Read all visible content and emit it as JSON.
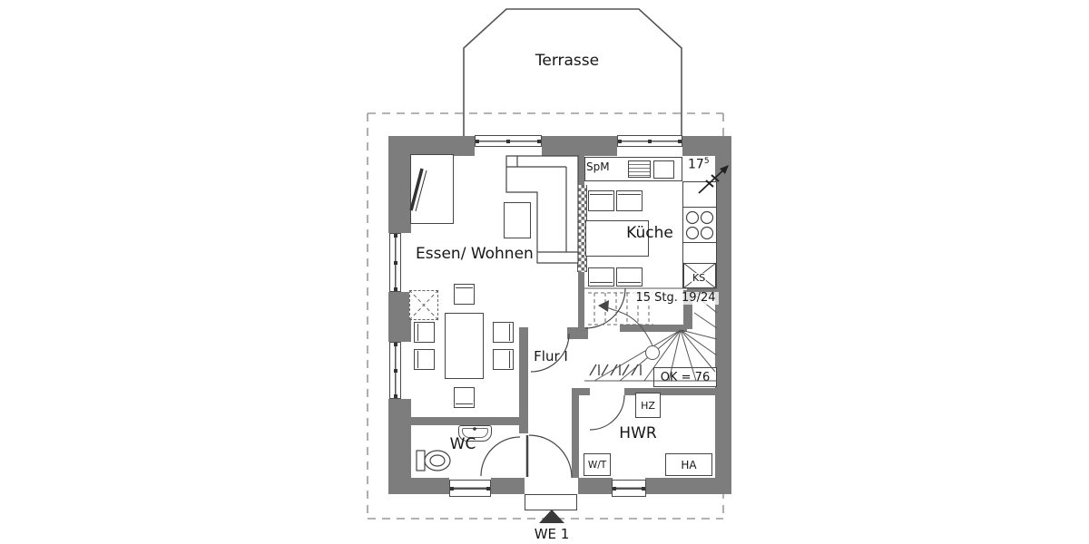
{
  "plan_title": "WE 1",
  "rooms": {
    "terrasse": "Terrasse",
    "living": "Essen/ Wohnen",
    "kitchen": "Küche",
    "hall": "Flur I",
    "wc": "WC",
    "utility": "HWR"
  },
  "annotations": {
    "dishwasher": "SpM",
    "fridge": "KS",
    "heater": "HZ",
    "house_connection": "HA",
    "washer_dryer": "W/T",
    "stairs": "15 Stg. 19/24",
    "landing_height": "OK = 76",
    "parapet": "17",
    "parapet_sup": "5",
    "unit": "WE 1"
  },
  "colors": {
    "wall": "#7d7d7d",
    "line": "#444444",
    "text": "#161616",
    "dash": "#9a9a9a"
  }
}
